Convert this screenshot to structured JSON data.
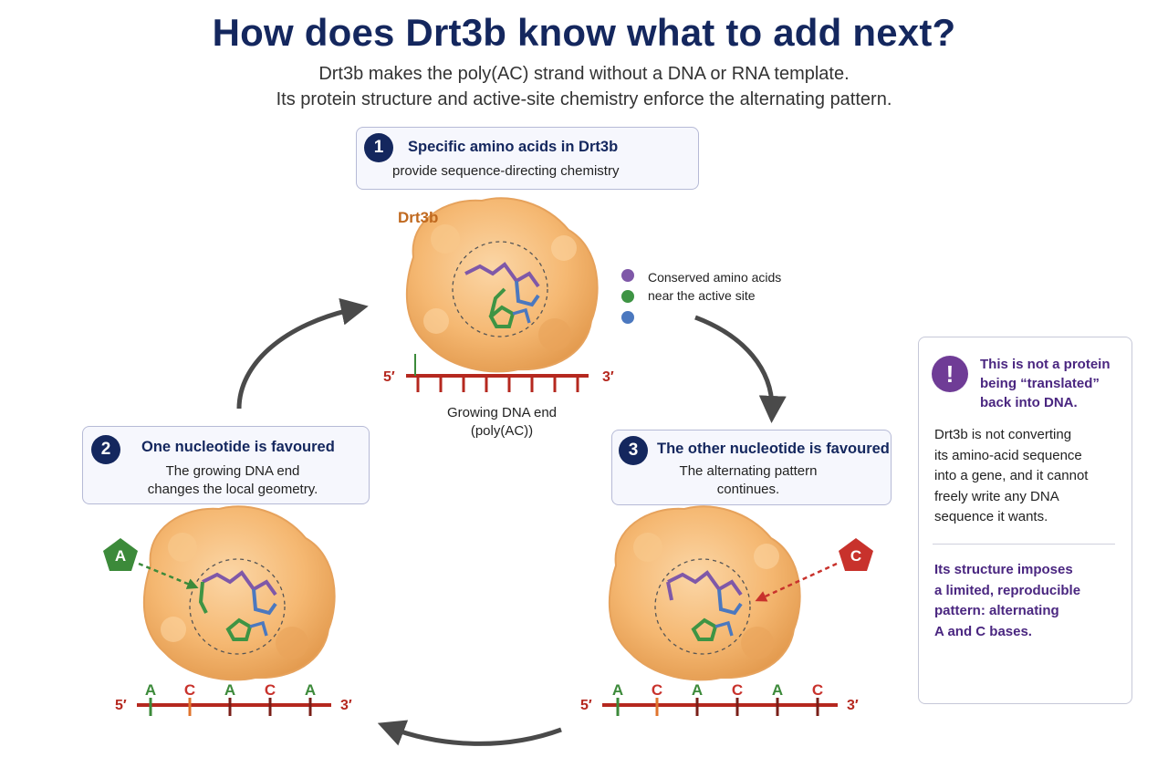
{
  "title": "How does Drt3b know what to add next?",
  "subtitle_line1": "Drt3b makes the poly(AC) strand without a DNA or RNA template.",
  "subtitle_line2": "Its protein structure and active-site chemistry enforce the alternating pattern.",
  "step1": {
    "number": "1",
    "heading": "Specific amino acids in Drt3b",
    "sub": "provide sequence-directing chemistry"
  },
  "step2": {
    "number": "2",
    "heading": "One nucleotide is favoured",
    "sub_line1": "The growing DNA end",
    "sub_line2": "changes the local geometry."
  },
  "step3": {
    "number": "3",
    "heading": "The other nucleotide is favoured",
    "sub_line1": "The alternating pattern",
    "sub_line2": "continues."
  },
  "protein_label": "Drt3b",
  "legend_line1": "Conserved amino acids",
  "legend_line2": "near the active site",
  "dna_caption_line1": "Growing DNA end",
  "dna_caption_line2": "(poly(AC))",
  "dna_five": "5′",
  "dna_three": "3′",
  "nucleotide_a": "A",
  "nucleotide_c": "C",
  "strand_left_bases": [
    "A",
    "C",
    "A",
    "C",
    "A"
  ],
  "strand_right_bases": [
    "A",
    "C",
    "A",
    "C",
    "A",
    "C"
  ],
  "side": {
    "icon": "!",
    "title_line1": "This is not a protein",
    "title_line2": "being “translated”",
    "title_line3": "back into DNA.",
    "body_line1": "Drt3b is not converting",
    "body_line2": "its amino-acid sequence",
    "body_line3": "into a gene, and it cannot",
    "body_line4": "freely write any DNA",
    "body_line5": "sequence it wants.",
    "pattern_line1": "Its structure imposes",
    "pattern_line2": "a limited, reproducible",
    "pattern_line3": "pattern: alternating",
    "pattern_line4": "A and C bases."
  },
  "colors": {
    "navy": "#14275e",
    "protein": "#f5b872",
    "a_green": "#3c8a3a",
    "c_red": "#c8322c",
    "dna_red": "#b5281f",
    "purple": "#6f3c96",
    "residue_purple": "#7f58a8",
    "residue_green": "#3e9444",
    "residue_blue": "#4b78bf"
  }
}
